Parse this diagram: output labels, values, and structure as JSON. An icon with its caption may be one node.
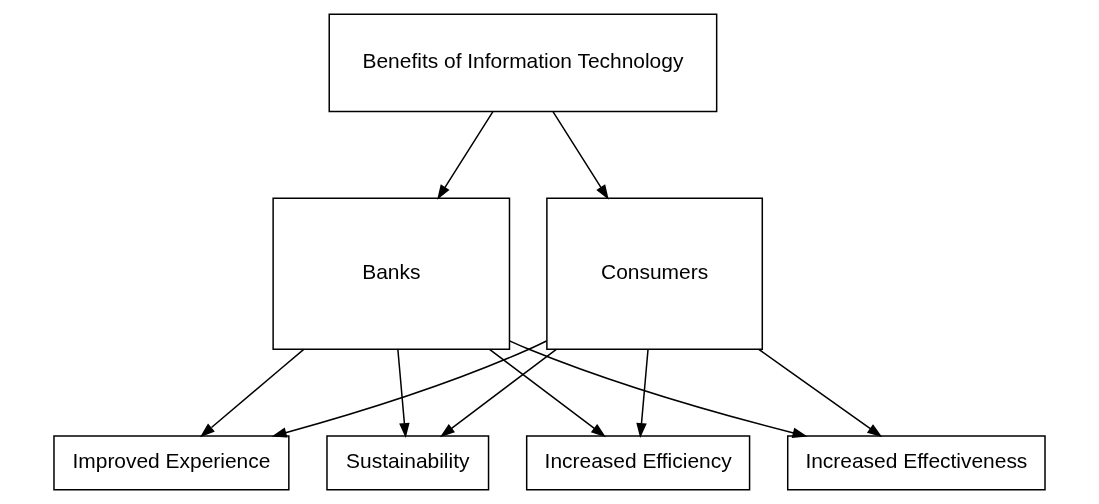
{
  "diagram": {
    "nodes": [
      {
        "text": [
          "Benefits of Information Technology"
        ]
      },
      {
        "text": [
          "Banks"
        ]
      },
      {
        "text": [
          "Increased Efficiency"
        ]
      },
      {
        "text": [
          "Increased Effectiveness"
        ]
      },
      {
        "text": [
          "Improved Experience"
        ]
      },
      {
        "text": [
          "Sustainability"
        ]
      },
      {
        "text": [
          "Consumers"
        ]
      }
    ],
    "edges": [
      {
        "from": 0,
        "to": 1,
        "arrow": "to"
      },
      {
        "from": 0,
        "to": 6,
        "arrow": "to"
      },
      {
        "from": 1,
        "to": 2,
        "arrow": "to"
      },
      {
        "from": 1,
        "to": 3,
        "arrow": "to"
      },
      {
        "from": 1,
        "to": 4,
        "arrow": "to"
      },
      {
        "from": 1,
        "to": 5,
        "arrow": "to"
      },
      {
        "from": 6,
        "to": 2,
        "arrow": "to"
      },
      {
        "from": 6,
        "to": 3,
        "arrow": "to"
      },
      {
        "from": 6,
        "to": 4,
        "arrow": "to"
      },
      {
        "from": 6,
        "to": 5,
        "arrow": "to"
      }
    ]
  }
}
